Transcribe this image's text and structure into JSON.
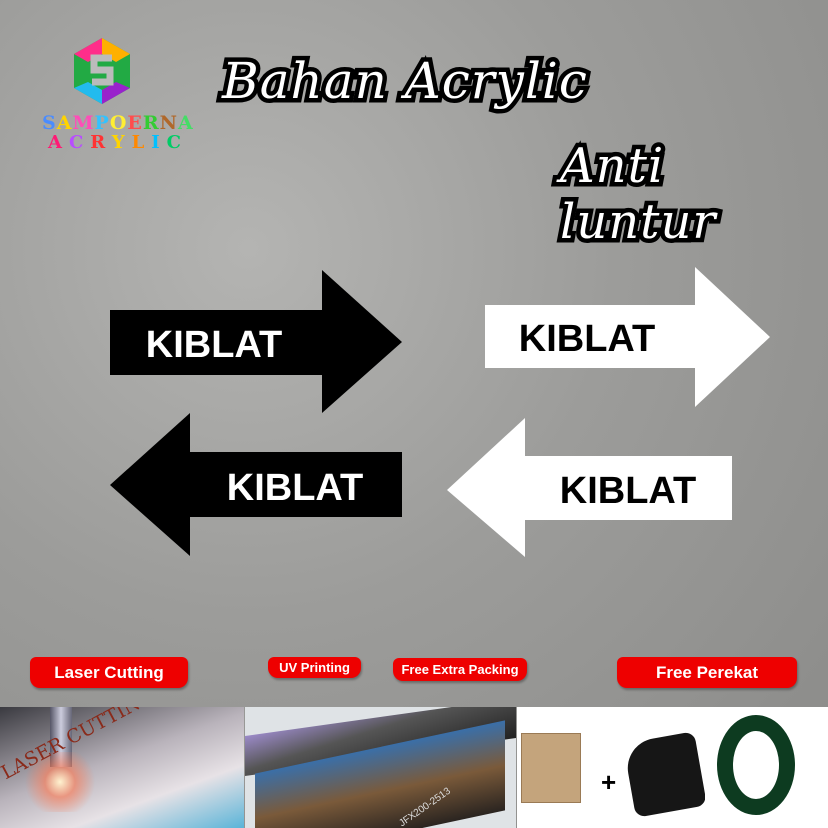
{
  "logo": {
    "line1": "SAMPOERNA",
    "line2": "ACRYLIC",
    "line1_colors": [
      "#4a8cff",
      "#ffd400",
      "#ff4db8",
      "#33c2ff",
      "#ffee33",
      "#ff4d4d",
      "#33cc33",
      "#b0682a",
      "#44dd66"
    ],
    "line2_colors": [
      "#ff1a75",
      "#b84dff",
      "#ff3333",
      "#ffd400",
      "#ff8800",
      "#00c0ff",
      "#00cc66",
      "#0033dd"
    ]
  },
  "headline": {
    "line1": "Bahan Acrylic",
    "line2": "Anti luntur"
  },
  "signs": [
    {
      "label": "KIBLAT",
      "direction": "right",
      "color": "black"
    },
    {
      "label": "KIBLAT",
      "direction": "right",
      "color": "white"
    },
    {
      "label": "KIBLAT",
      "direction": "left",
      "color": "black"
    },
    {
      "label": "KIBLAT",
      "direction": "left",
      "color": "white"
    }
  ],
  "features": [
    {
      "label": "Laser Cutting"
    },
    {
      "label": "UV Printing"
    },
    {
      "label": "Free Extra Packing"
    },
    {
      "label": "Free Perekat"
    }
  ],
  "photos": {
    "laser_text": "LASER CUTTING",
    "printer_model": "JFX200-2513",
    "plus": "+"
  },
  "colors": {
    "badge": "#ee0000"
  }
}
